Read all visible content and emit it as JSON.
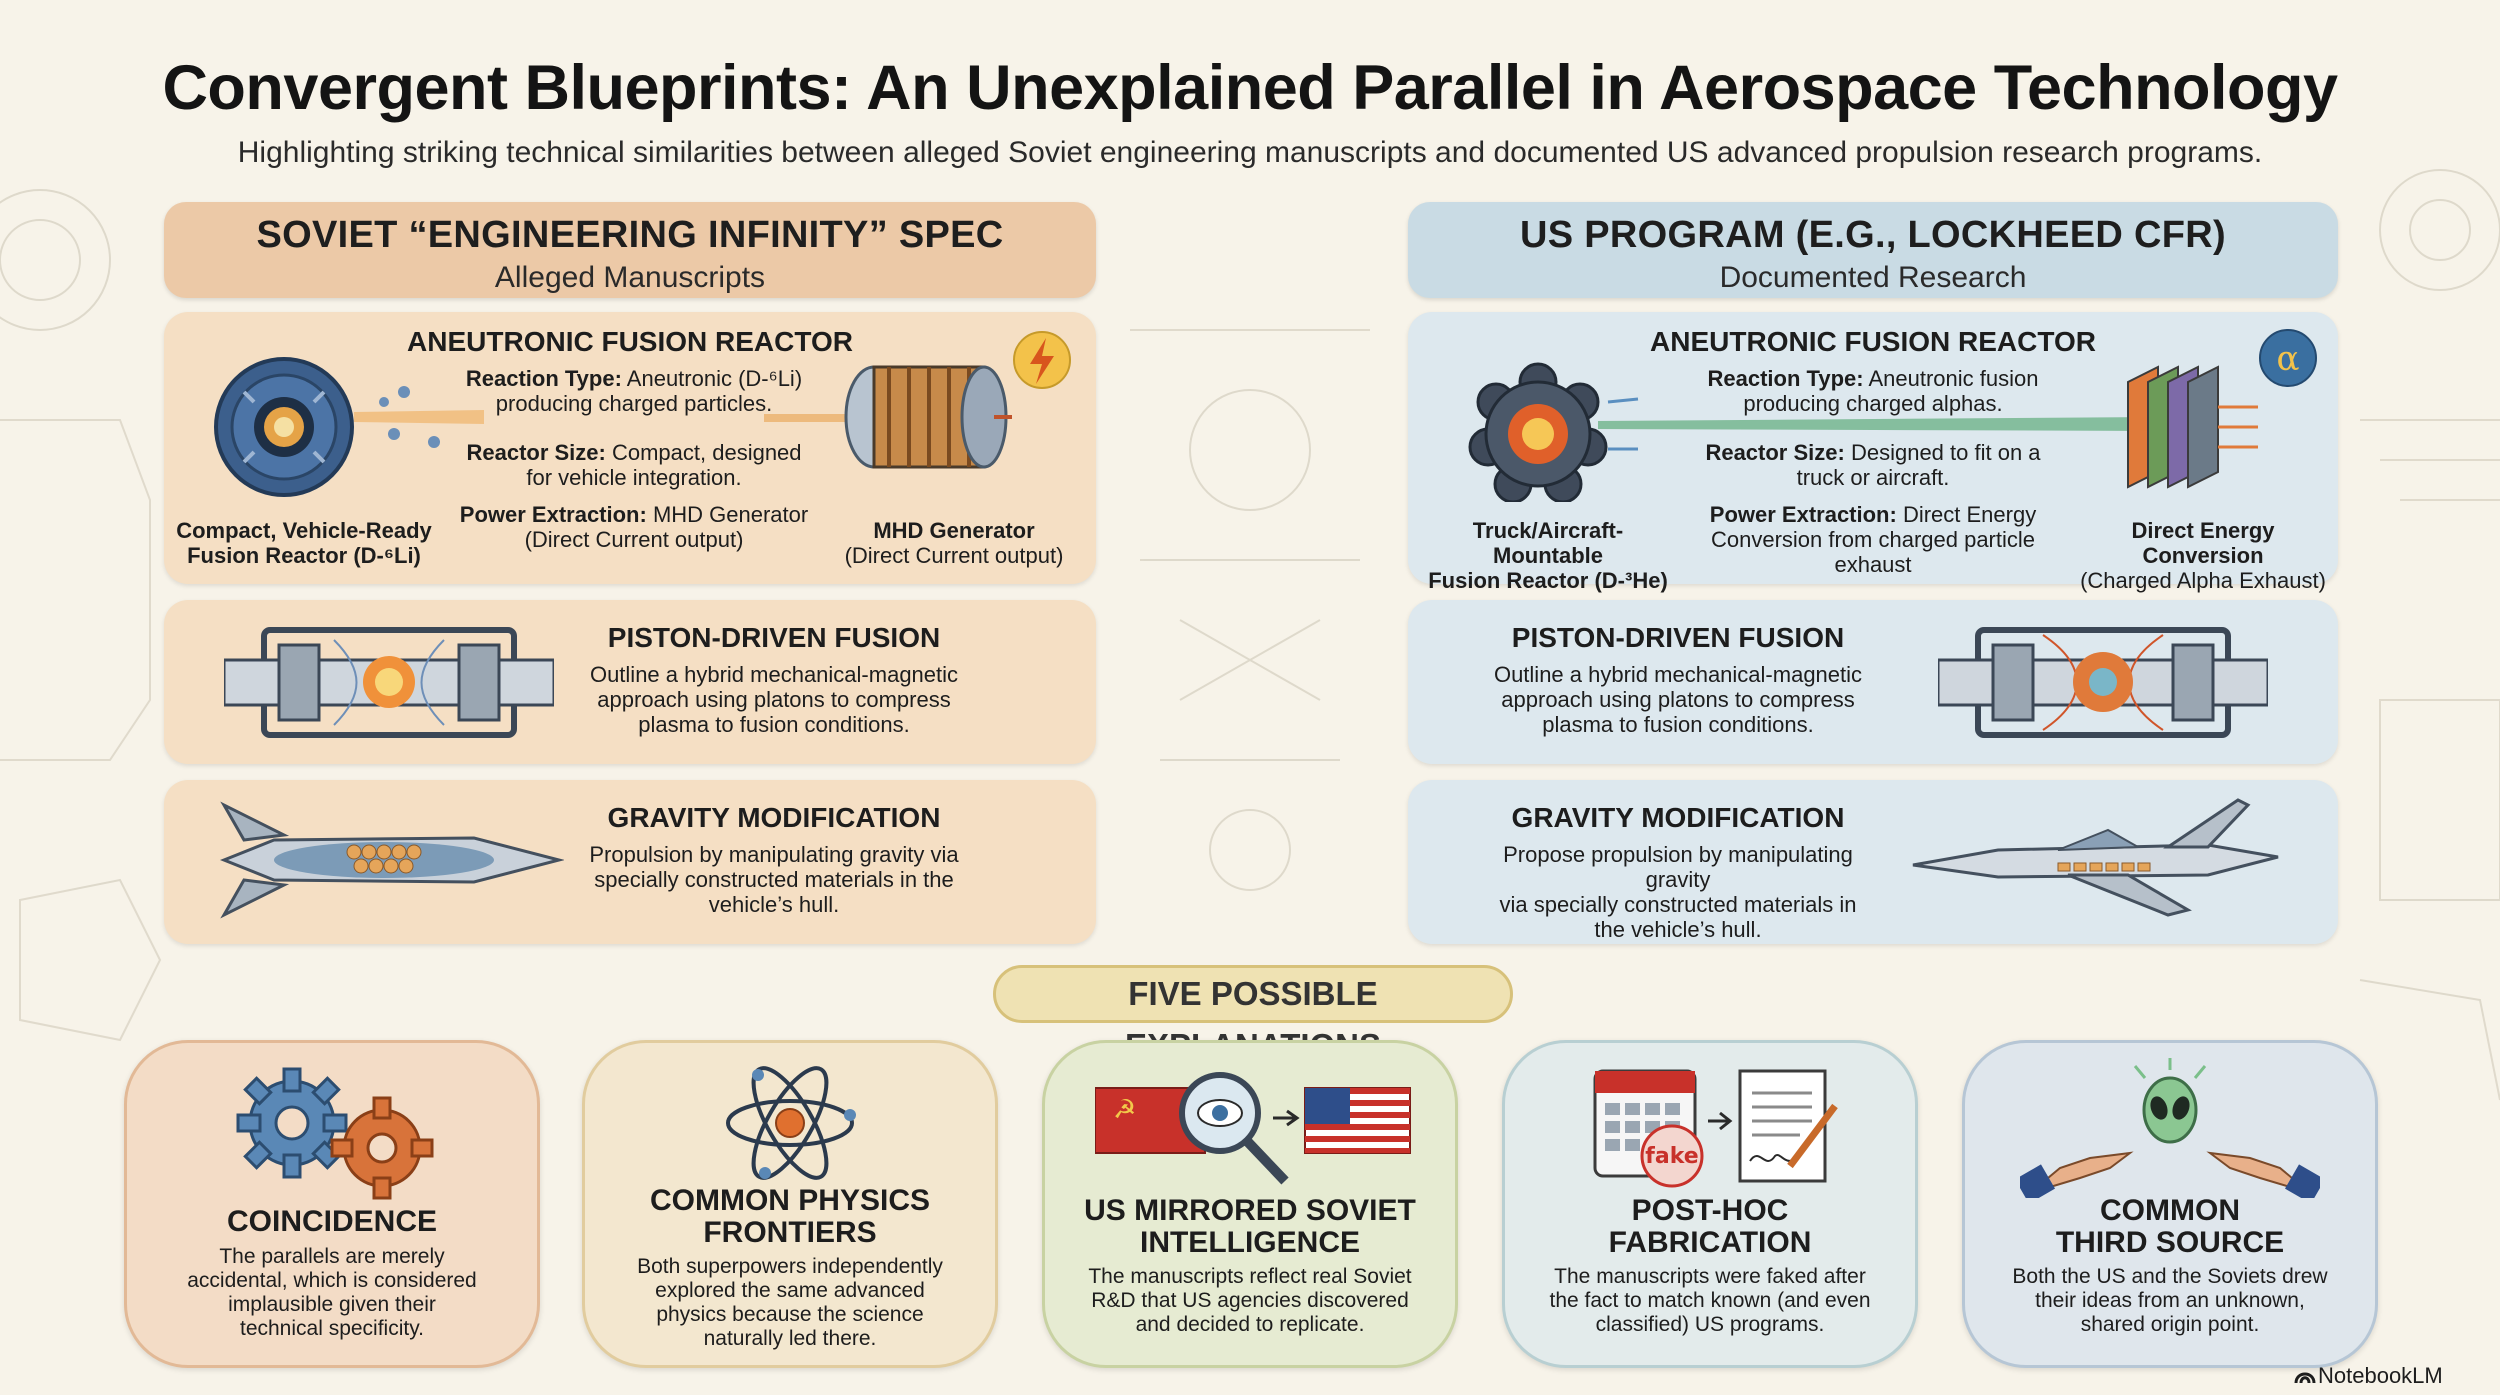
{
  "title": "Convergent Blueprints: An Unexplained Parallel in Aerospace Technology",
  "subtitle": "Highlighting striking technical similarities between alleged Soviet engineering manuscripts and documented US advanced propulsion research programs.",
  "soviet": {
    "header": "SOVIET “ENGINEERING INFINITY” SPEC",
    "subheader": "Alleged Manuscripts",
    "reactor": {
      "title": "ANEUTRONIC FUSION REACTOR",
      "reaction_label": "Reaction Type:",
      "reaction_value": " Aneutronic (D-⁶Li)",
      "reaction_value2": "producing charged particles.",
      "size_label": "Reactor Size:",
      "size_value": " Compact, designed",
      "size_value2": "for vehicle integration.",
      "power_label": "Power Extraction:",
      "power_value": " MHD Generator",
      "power_value2": "(Direct Current output)",
      "left_caption1": "Compact, Vehicle-Ready",
      "left_caption2": "Fusion Reactor (D-⁶Li)",
      "right_caption1": "MHD Generator",
      "right_caption2": "(Direct Current output)",
      "badge_icon": "lightning-icon"
    },
    "piston": {
      "title": "PISTON-DRIVEN FUSION",
      "line1": "Outline a hybrid mechanical-magnetic",
      "line2": "approach using platons to compress",
      "line3": "plasma to fusion conditions."
    },
    "gravity": {
      "title": "GRAVITY MODIFICATION",
      "line1": "Propulsion by manipulating gravity via",
      "line2": "specially constructed materials in the",
      "line3": "vehicle’s hull."
    }
  },
  "us": {
    "header": "US PROGRAM (E.G., LOCKHEED CFR)",
    "subheader": "Documented Research",
    "reactor": {
      "title": "ANEUTRONIC FUSION REACTOR",
      "reaction_label": "Reaction Type:",
      "reaction_value": " Aneutronic fusion",
      "reaction_value2": "producing charged alphas.",
      "size_label": "Reactor Size:",
      "size_value": " Designed to fit on a",
      "size_value2": "truck or aircraft.",
      "power_label": "Power Extraction:",
      "power_value": " Direct Energy",
      "power_value2": "Conversion from charged particle",
      "power_value3": "exhaust",
      "left_caption1": "Truck/Aircraft-Mountable",
      "left_caption2": "Fusion Reactor (D-³He)",
      "right_caption1": "Direct Energy Conversion",
      "right_caption2": "(Charged Alpha Exhaust)",
      "badge_symbol": "α"
    },
    "piston": {
      "title": "PISTON-DRIVEN FUSION",
      "line1": "Outline a hybrid mechanical-magnetic",
      "line2": "approach using platons to compress",
      "line3": "plasma to fusion conditions."
    },
    "gravity": {
      "title": "GRAVITY MODIFICATION",
      "line1": "Propose propulsion by manipulating gravity",
      "line2": "via specially constructed materials in",
      "line3": "the vehicle’s hull."
    }
  },
  "explanations": {
    "banner": "FIVE POSSIBLE EXPLANATIONS",
    "items": [
      {
        "title1": "COINCIDENCE",
        "title2": "",
        "d1": "The parallels are merely",
        "d2": "accidental, which is considered",
        "d3": "implausible given their",
        "d4": "technical specificity.",
        "icon": "gears-icon"
      },
      {
        "title1": "COMMON PHYSICS",
        "title2": "FRONTIERS",
        "d1": "Both superpowers independently",
        "d2": "explored the same advanced",
        "d3": "physics because the science",
        "d4": "naturally led there.",
        "icon": "atom-icon"
      },
      {
        "title1": "US MIRRORED SOVIET",
        "title2": "INTELLIGENCE",
        "d1": "The manuscripts reflect real Soviet",
        "d2": "R&D that US agencies discovered",
        "d3": "and decided to replicate.",
        "d4": "",
        "icon": "magnifier-flags-icon"
      },
      {
        "title1": "POST-HOC",
        "title2": "FABRICATION",
        "d1": "The manuscripts were faked after",
        "d2": "the fact to match known (and even",
        "d3": "classified) US programs.",
        "d4": "",
        "icon": "calendar-document-icon",
        "stamp": "fake"
      },
      {
        "title1": "COMMON",
        "title2": "THIRD SOURCE",
        "d1": "Both the US and the Soviets drew",
        "d2": "their ideas from an unknown,",
        "d3": "shared origin point.",
        "d4": "",
        "icon": "alien-hands-icon"
      }
    ]
  },
  "brand": "NotebookLM",
  "colors": {
    "background": "#f7f3e9",
    "soviet_header": "#ecc9a7",
    "soviet_card": "#f5dfc4",
    "us_header": "#c9dbe4",
    "us_card": "#dde8ee",
    "banner": "#efe2b3"
  }
}
